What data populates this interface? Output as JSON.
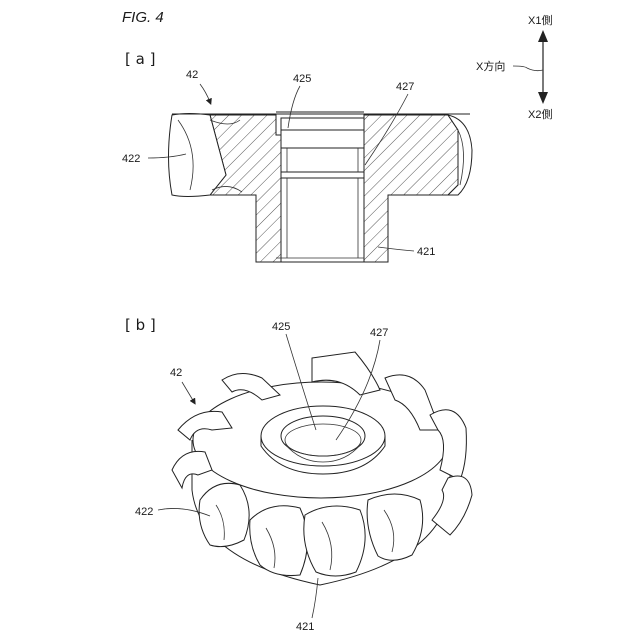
{
  "figure": {
    "title": "FIG. 4",
    "panel_a_label": "[ a ]",
    "panel_b_label": "[ b ]"
  },
  "direction": {
    "top": "X1側",
    "middle": "X方向",
    "bottom": "X2側"
  },
  "labels_a": {
    "impeller": "42",
    "hub_bore": "425",
    "hub_face": "427",
    "blade": "422",
    "boss": "421"
  },
  "labels_b": {
    "impeller": "42",
    "hub_bore": "425",
    "hub_face": "427",
    "blade": "422",
    "boss": "421"
  },
  "style": {
    "line_color": "#222222",
    "hatch_color": "#444444"
  }
}
